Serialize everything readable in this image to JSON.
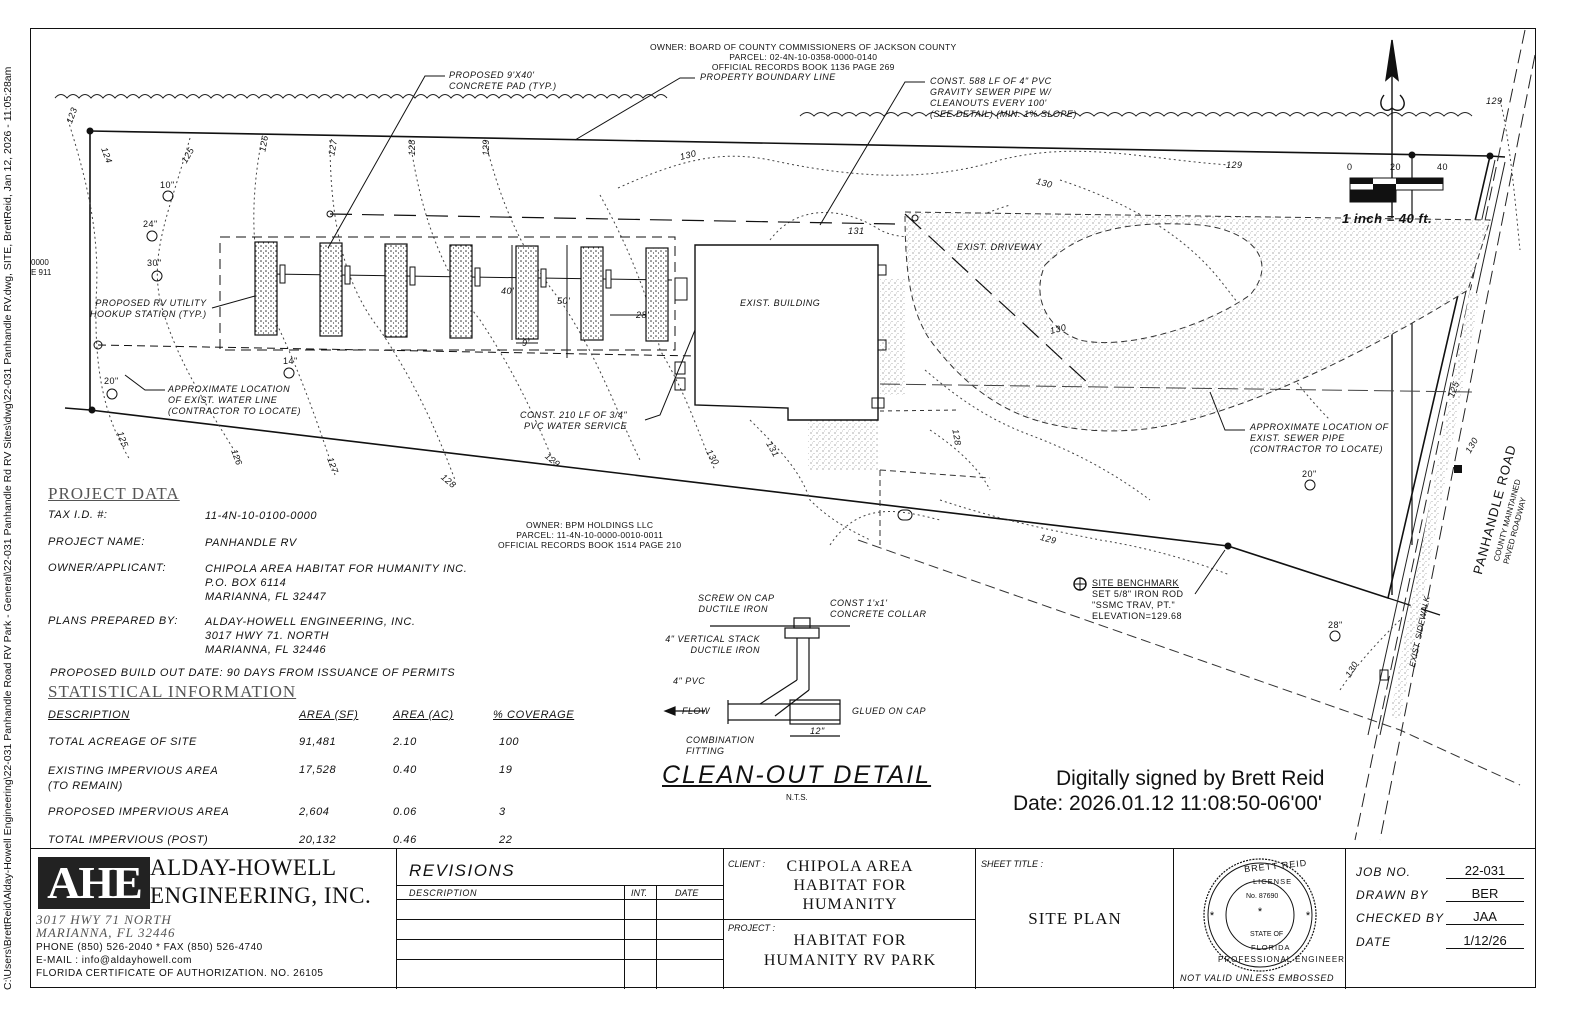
{
  "side_path": "C:\\Users\\BrettReid\\Alday-Howell Engineering\\22-031 Panhandle Road RV Park - General\\22-031 Panhandle Rd RV Sites\\dwg\\22-031 Panhandle RV.dwg, SITE, BrettReid,  Jan 12, 2026 - 11:05:28am",
  "owners": {
    "north": [
      "OWNER: BOARD OF COUNTY COMMISSIONERS OF JACKSON COUNTY",
      "PARCEL: 02-4N-10-0358-0000-0140",
      "OFFICIAL RECORDS BOOK 1136 PAGE 269"
    ],
    "south": [
      "OWNER: BPM HOLDINGS LLC",
      "PARCEL: 11-4N-10-0000-0010-0011",
      "OFFICIAL RECORDS BOOK 1514 PAGE 210"
    ]
  },
  "callouts": {
    "pad": [
      "PROPOSED 9'X40'",
      "CONCRETE PAD (TYP.)"
    ],
    "boundary": "PROPERTY BOUNDARY LINE",
    "sewer": [
      "CONST. 588 LF OF 4\" PVC",
      "GRAVITY SEWER PIPE W/",
      "CLEANOUTS EVERY 100'",
      "(SEE DETAIL) (MIN. 1% SLOPE)"
    ],
    "hookup": [
      "PROPOSED RV UTILITY",
      "HOOKUP STATION (TYP.)"
    ],
    "waterline": [
      "APPROXIMATE LOCATION",
      "OF EXIST. WATER LINE",
      "(CONTRACTOR TO LOCATE)"
    ],
    "water_service": [
      "CONST. 210 LF OF 3/4\"",
      "PVC WATER SERVICE"
    ],
    "sewer_pipe": [
      "APPROXIMATE LOCATION OF",
      "EXIST. SEWER PIPE",
      "(CONTRACTOR TO LOCATE)"
    ],
    "building": "EXIST. BUILDING",
    "driveway": "EXIST. DRIVEWAY",
    "benchmark": [
      "SITE BENCHMARK",
      "SET 5/8\" IRON ROD",
      "\"SSMC TRAV, PT.\"",
      "ELEVATION=129.68"
    ],
    "road": "PANHANDLE ROAD",
    "road_sub": [
      "COUNTY MAINTAINED",
      "PAVED ROADWAY"
    ],
    "sidewalk": "EXIST. SIDEWALK",
    "dim_40": "40'",
    "dim_50": "50'",
    "dim_9": "9'",
    "dim_28": "28'",
    "left_edge": [
      "0000",
      "E 911"
    ]
  },
  "contours": [
    "123",
    "124",
    "125",
    "126",
    "127",
    "128",
    "129",
    "130",
    "130",
    "131",
    "129",
    "130",
    "128",
    "129",
    "126",
    "127",
    "128",
    "129",
    "125",
    "129",
    "125",
    "130",
    "131",
    "130",
    "130"
  ],
  "trees": [
    "10\"",
    "24\"",
    "30\"",
    "14\"",
    "20\"",
    "20\"",
    "28\""
  ],
  "scale": {
    "ticks": [
      "0",
      "20",
      "40"
    ],
    "text": "1 inch = 40 ft."
  },
  "project_data": {
    "heading": "PROJECT DATA",
    "rows": [
      {
        "label": "TAX I.D. #:",
        "value": [
          "11-4N-10-0100-0000"
        ]
      },
      {
        "label": "PROJECT NAME:",
        "value": [
          "PANHANDLE RV"
        ]
      },
      {
        "label": "OWNER/APPLICANT:",
        "value": [
          "CHIPOLA AREA HABITAT FOR HUMANITY INC.",
          "P.O. BOX 6114",
          "MARIANNA, FL 32447"
        ]
      },
      {
        "label": "PLANS PREPARED BY:",
        "value": [
          "ALDAY-HOWELL ENGINEERING, INC.",
          "3017 HWY 71. NORTH",
          "MARIANNA, FL 32446"
        ]
      }
    ],
    "build_out": "PROPOSED BUILD OUT DATE: 90 DAYS FROM ISSUANCE OF PERMITS"
  },
  "stats": {
    "heading": "STATISTICAL INFORMATION",
    "columns": [
      "DESCRIPTION",
      "AREA (SF)",
      "AREA (AC)",
      "% COVERAGE"
    ],
    "rows": [
      {
        "d": [
          "TOTAL ACREAGE OF SITE"
        ],
        "sf": "91,481",
        "ac": "2.10",
        "pc": "100"
      },
      {
        "d": [
          "EXISTING IMPERVIOUS AREA",
          "(TO REMAIN)"
        ],
        "sf": "17,528",
        "ac": "0.40",
        "pc": "19"
      },
      {
        "d": [
          "PROPOSED IMPERVIOUS AREA"
        ],
        "sf": "2,604",
        "ac": "0.06",
        "pc": "3"
      },
      {
        "d": [
          "TOTAL IMPERVIOUS (POST)"
        ],
        "sf": "20,132",
        "ac": "0.46",
        "pc": "22"
      }
    ]
  },
  "cleanout": {
    "title": "CLEAN-OUT DETAIL",
    "nts": "N.T.S.",
    "labels": {
      "cap": [
        "SCREW ON CAP",
        "DUCTILE IRON"
      ],
      "collar": [
        "CONST 1'x1'",
        "CONCRETE COLLAR"
      ],
      "stack": [
        "4\" VERTICAL STACK",
        "DUCTILE IRON"
      ],
      "pvc": "4\" PVC",
      "flow": "FLOW",
      "glued": "GLUED ON CAP",
      "fitting": [
        "COMBINATION",
        "FITTING"
      ],
      "dim": "12\""
    }
  },
  "signature": {
    "line1": "Digitally signed by Brett Reid",
    "line2": "Date: 2026.01.12 11:08:50-06'00'"
  },
  "company": {
    "logo": "AHE",
    "name1": "ALDAY-HOWELL",
    "name2": "ENGINEERING, INC.",
    "addr1": "3017 HWY 71 NORTH",
    "addr2": "MARIANNA, FL 32446",
    "phone": "PHONE (850) 526-2040  *  FAX (850) 526-4740",
    "email": "E-MAIL : info@aldayhowell.com",
    "cert": "FLORIDA CERTIFICATE OF AUTHORIZATION. NO. 26105"
  },
  "revisions": {
    "title": "REVISIONS",
    "cols": [
      "DESCRIPTION",
      "INT.",
      "DATE"
    ]
  },
  "client": {
    "label": "CLIENT :",
    "lines": [
      "CHIPOLA AREA",
      "HABITAT FOR",
      "HUMANITY"
    ]
  },
  "project": {
    "label": "PROJECT :",
    "lines": [
      "HABITAT FOR",
      "HUMANITY RV PARK"
    ]
  },
  "sheet": {
    "label": "SHEET TITLE :",
    "title": "SITE PLAN"
  },
  "seal": {
    "top": "BRETT REID",
    "license": "LICENSE",
    "no": "No. 87690",
    "state": "STATE OF",
    "florida": "FLORIDA",
    "bottom": "PROFESSIONAL ENGINEER",
    "note": "NOT VALID UNLESS EMBOSSED"
  },
  "job": [
    {
      "label": "JOB NO.",
      "value": "22-031"
    },
    {
      "label": "DRAWN BY",
      "value": "BER"
    },
    {
      "label": "CHECKED BY",
      "value": "JAA"
    },
    {
      "label": "DATE",
      "value": "1/12/26"
    }
  ]
}
